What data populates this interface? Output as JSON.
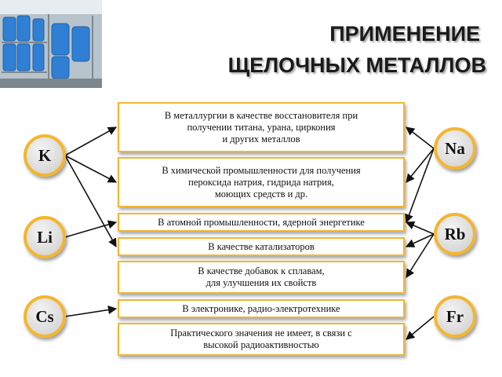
{
  "title": {
    "line1": "ПРИМЕНЕНИЕ",
    "line2": "ЩЕЛОЧНЫХ МЕТАЛЛОВ"
  },
  "uses": [
    {
      "id": "metallurgy",
      "text": "В металлургии  в качестве восстановителя  при\nполучении  титана, урана, циркония\nи  других металлов"
    },
    {
      "id": "chemical",
      "text": "В химической промышленности для получения\nпероксида натрия,  гидрида натрия,\nмоющих средств и др."
    },
    {
      "id": "nuclear",
      "text": "В атомной промышленности, ядерной энергетике"
    },
    {
      "id": "catalysts",
      "text": "В качестве катализаторов"
    },
    {
      "id": "alloys",
      "text": "В качестве добавок к сплавам,\nдля улучшения их свойств"
    },
    {
      "id": "electronics",
      "text": "В электронике, радио-электротехнике"
    },
    {
      "id": "none",
      "text": "Практического значения не имеет, в связи с\nвысокой радиоактивностью"
    }
  ],
  "elements": [
    {
      "id": "K",
      "symbol": "K"
    },
    {
      "id": "Li",
      "symbol": "Li"
    },
    {
      "id": "Cs",
      "symbol": "Cs"
    },
    {
      "id": "Na",
      "symbol": "Na"
    },
    {
      "id": "Rb",
      "symbol": "Rb"
    },
    {
      "id": "Fr",
      "symbol": "Fr"
    }
  ],
  "connections": [
    {
      "from": "K",
      "to": "metallurgy"
    },
    {
      "from": "K",
      "to": "chemical"
    },
    {
      "from": "K",
      "to": "catalysts"
    },
    {
      "from": "Li",
      "to": "nuclear"
    },
    {
      "from": "Cs",
      "to": "electronics"
    },
    {
      "from": "Na",
      "to": "metallurgy"
    },
    {
      "from": "Na",
      "to": "chemical"
    },
    {
      "from": "Na",
      "to": "nuclear"
    },
    {
      "from": "Rb",
      "to": "nuclear"
    },
    {
      "from": "Rb",
      "to": "catalysts"
    },
    {
      "from": "Rb",
      "to": "alloys"
    },
    {
      "from": "Fr",
      "to": "none"
    }
  ],
  "colors": {
    "accent": "#f2b632",
    "arrow": "#111111",
    "circle_fill": "#dcdcdc"
  }
}
